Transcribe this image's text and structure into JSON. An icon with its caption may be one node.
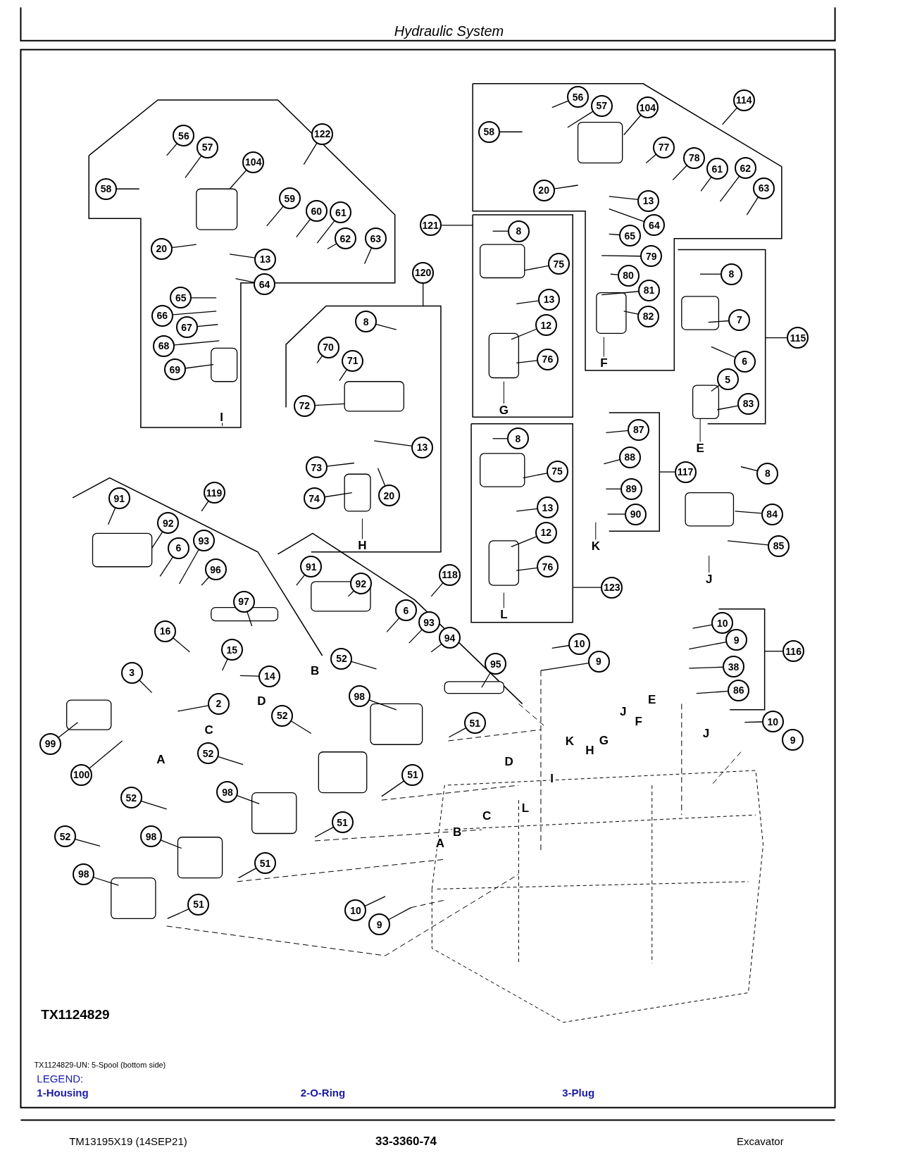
{
  "diagram": {
    "title": "Hydraulic System",
    "caption": "TX1124829-UN: 5-Spool (bottom side)",
    "nodes": [
      {
        "text": [
          "58"
        ]
      },
      {
        "text": [
          "56"
        ]
      },
      {
        "text": [
          "57"
        ]
      },
      {
        "text": [
          "104"
        ]
      },
      {
        "text": [
          "122"
        ]
      },
      {
        "text": [
          "59"
        ]
      },
      {
        "text": [
          "60"
        ]
      },
      {
        "text": [
          "61"
        ]
      },
      {
        "text": [
          "62"
        ]
      },
      {
        "text": [
          "63"
        ]
      },
      {
        "text": [
          "20"
        ]
      },
      {
        "text": [
          "13"
        ]
      },
      {
        "text": [
          "64"
        ]
      },
      {
        "text": [
          "65"
        ]
      },
      {
        "text": [
          "66"
        ]
      },
      {
        "text": [
          "67"
        ]
      },
      {
        "text": [
          "68"
        ]
      },
      {
        "text": [
          "69"
        ]
      },
      {
        "text": [
          "120"
        ]
      },
      {
        "text": [
          "8"
        ]
      },
      {
        "text": [
          "70"
        ]
      },
      {
        "text": [
          "71"
        ]
      },
      {
        "text": [
          "72"
        ]
      },
      {
        "text": [
          "13"
        ]
      },
      {
        "text": [
          "73"
        ]
      },
      {
        "text": [
          "20"
        ]
      },
      {
        "text": [
          "74"
        ]
      },
      {
        "text": [
          "121"
        ]
      },
      {
        "text": [
          "8"
        ]
      },
      {
        "text": [
          "75"
        ]
      },
      {
        "text": [
          "13"
        ]
      },
      {
        "text": [
          "12"
        ]
      },
      {
        "text": [
          "76"
        ]
      },
      {
        "text": [
          "56"
        ]
      },
      {
        "text": [
          "57"
        ]
      },
      {
        "text": [
          "58"
        ]
      },
      {
        "text": [
          "104"
        ]
      },
      {
        "text": [
          "114"
        ]
      },
      {
        "text": [
          "77"
        ]
      },
      {
        "text": [
          "78"
        ]
      },
      {
        "text": [
          "61"
        ]
      },
      {
        "text": [
          "62"
        ]
      },
      {
        "text": [
          "63"
        ]
      },
      {
        "text": [
          "20"
        ]
      },
      {
        "text": [
          "13"
        ]
      },
      {
        "text": [
          "64"
        ]
      },
      {
        "text": [
          "65"
        ]
      },
      {
        "text": [
          "79"
        ]
      },
      {
        "text": [
          "80"
        ]
      },
      {
        "text": [
          "81"
        ]
      },
      {
        "text": [
          "82"
        ]
      },
      {
        "text": [
          "8"
        ]
      },
      {
        "text": [
          "7"
        ]
      },
      {
        "text": [
          "6"
        ]
      },
      {
        "text": [
          "5"
        ]
      },
      {
        "text": [
          "83"
        ]
      },
      {
        "text": [
          "115"
        ]
      },
      {
        "text": [
          "8"
        ]
      },
      {
        "text": [
          "75"
        ]
      },
      {
        "text": [
          "13"
        ]
      },
      {
        "text": [
          "12"
        ]
      },
      {
        "text": [
          "76"
        ]
      },
      {
        "text": [
          "123"
        ]
      },
      {
        "text": [
          "87"
        ]
      },
      {
        "text": [
          "88"
        ]
      },
      {
        "text": [
          "89"
        ]
      },
      {
        "text": [
          "90"
        ]
      },
      {
        "text": [
          "117"
        ]
      },
      {
        "text": [
          "8"
        ]
      },
      {
        "text": [
          "84"
        ]
      },
      {
        "text": [
          "85"
        ]
      },
      {
        "text": [
          "91"
        ]
      },
      {
        "text": [
          "92"
        ]
      },
      {
        "text": [
          "119"
        ]
      },
      {
        "text": [
          "6"
        ]
      },
      {
        "text": [
          "93"
        ]
      },
      {
        "text": [
          "96"
        ]
      },
      {
        "text": [
          "97"
        ]
      },
      {
        "text": [
          "16"
        ]
      },
      {
        "text": [
          "15"
        ]
      },
      {
        "text": [
          "14"
        ]
      },
      {
        "text": [
          "91"
        ]
      },
      {
        "text": [
          "92"
        ]
      },
      {
        "text": [
          "118"
        ]
      },
      {
        "text": [
          "6"
        ]
      },
      {
        "text": [
          "93"
        ]
      },
      {
        "text": [
          "94"
        ]
      },
      {
        "text": [
          "95"
        ]
      },
      {
        "text": [
          "52"
        ]
      },
      {
        "text": [
          "98"
        ]
      },
      {
        "text": [
          "51"
        ]
      },
      {
        "text": [
          "10"
        ]
      },
      {
        "text": [
          "9"
        ]
      },
      {
        "text": [
          "3"
        ]
      },
      {
        "text": [
          "2"
        ]
      },
      {
        "text": [
          "99"
        ]
      },
      {
        "text": [
          "100"
        ]
      },
      {
        "text": [
          "52"
        ]
      },
      {
        "text": [
          "52"
        ]
      },
      {
        "text": [
          "98"
        ]
      },
      {
        "text": [
          "51"
        ]
      },
      {
        "text": [
          "52"
        ]
      },
      {
        "text": [
          "98"
        ]
      },
      {
        "text": [
          "51"
        ]
      },
      {
        "text": [
          "52"
        ]
      },
      {
        "text": [
          "98"
        ]
      },
      {
        "text": [
          "51"
        ]
      },
      {
        "text": [
          "51"
        ]
      },
      {
        "text": [
          "10"
        ]
      },
      {
        "text": [
          "9"
        ]
      },
      {
        "text": [
          "10"
        ]
      },
      {
        "text": [
          "9"
        ]
      },
      {
        "text": [
          "38"
        ]
      },
      {
        "text": [
          "86"
        ]
      },
      {
        "text": [
          "116"
        ]
      },
      {
        "text": [
          "10"
        ]
      },
      {
        "text": [
          "9"
        ]
      }
    ],
    "edges": [
      {
        "from": 0,
        "to": null,
        "arrow": "none"
      },
      {
        "from": 1,
        "to": null,
        "arrow": "none"
      },
      {
        "from": 2,
        "to": null,
        "arrow": "none"
      },
      {
        "from": 3,
        "to": null,
        "arrow": "none"
      },
      {
        "from": 4,
        "to": null,
        "arrow": "none"
      },
      {
        "from": 5,
        "to": null,
        "arrow": "none"
      },
      {
        "from": 6,
        "to": null,
        "arrow": "none"
      },
      {
        "from": 7,
        "to": null,
        "arrow": "none"
      },
      {
        "from": 8,
        "to": null,
        "arrow": "none"
      },
      {
        "from": 9,
        "to": null,
        "arrow": "none"
      },
      {
        "from": 10,
        "to": null,
        "arrow": "none"
      },
      {
        "from": 11,
        "to": null,
        "arrow": "none"
      },
      {
        "from": 12,
        "to": null,
        "arrow": "none"
      },
      {
        "from": 13,
        "to": null,
        "arrow": "none"
      },
      {
        "from": 14,
        "to": null,
        "arrow": "none"
      },
      {
        "from": 15,
        "to": null,
        "arrow": "none"
      },
      {
        "from": 16,
        "to": null,
        "arrow": "none"
      },
      {
        "from": 17,
        "to": null,
        "arrow": "none"
      },
      {
        "from": 18,
        "to": null,
        "arrow": "none"
      },
      {
        "from": 19,
        "to": null,
        "arrow": "none"
      },
      {
        "from": 20,
        "to": null,
        "arrow": "none"
      },
      {
        "from": 21,
        "to": null,
        "arrow": "none"
      },
      {
        "from": 22,
        "to": null,
        "arrow": "none"
      },
      {
        "from": 23,
        "to": null,
        "arrow": "none"
      },
      {
        "from": 24,
        "to": null,
        "arrow": "none"
      },
      {
        "from": 25,
        "to": null,
        "arrow": "none"
      },
      {
        "from": 26,
        "to": null,
        "arrow": "none"
      },
      {
        "from": 27,
        "to": null,
        "arrow": "none"
      },
      {
        "from": 28,
        "to": null,
        "arrow": "none"
      },
      {
        "from": 29,
        "to": null,
        "arrow": "none"
      },
      {
        "from": 30,
        "to": null,
        "arrow": "none"
      },
      {
        "from": 31,
        "to": null,
        "arrow": "none"
      },
      {
        "from": 32,
        "to": null,
        "arrow": "none"
      },
      {
        "from": 33,
        "to": null,
        "arrow": "none"
      },
      {
        "from": 34,
        "to": null,
        "arrow": "none"
      },
      {
        "from": 35,
        "to": null,
        "arrow": "none"
      },
      {
        "from": 36,
        "to": null,
        "arrow": "none"
      },
      {
        "from": 37,
        "to": null,
        "arrow": "none"
      },
      {
        "from": 38,
        "to": null,
        "arrow": "none"
      },
      {
        "from": 39,
        "to": null,
        "arrow": "none"
      },
      {
        "from": 40,
        "to": null,
        "arrow": "none"
      },
      {
        "from": 41,
        "to": null,
        "arrow": "none"
      },
      {
        "from": 42,
        "to": null,
        "arrow": "none"
      },
      {
        "from": 43,
        "to": null,
        "arrow": "none"
      },
      {
        "from": 44,
        "to": null,
        "arrow": "none"
      },
      {
        "from": 45,
        "to": null,
        "arrow": "none"
      },
      {
        "from": 46,
        "to": null,
        "arrow": "none"
      },
      {
        "from": 47,
        "to": null,
        "arrow": "none"
      },
      {
        "from": 48,
        "to": null,
        "arrow": "none"
      },
      {
        "from": 49,
        "to": null,
        "arrow": "none"
      },
      {
        "from": 50,
        "to": null,
        "arrow": "none"
      },
      {
        "from": 51,
        "to": null,
        "arrow": "none"
      },
      {
        "from": 52,
        "to": null,
        "arrow": "none"
      },
      {
        "from": 53,
        "to": null,
        "arrow": "none"
      },
      {
        "from": 54,
        "to": null,
        "arrow": "none"
      },
      {
        "from": 55,
        "to": null,
        "arrow": "none"
      },
      {
        "from": 56,
        "to": null,
        "arrow": "none"
      },
      {
        "from": 57,
        "to": null,
        "arrow": "none"
      },
      {
        "from": 58,
        "to": null,
        "arrow": "none"
      },
      {
        "from": 59,
        "to": null,
        "arrow": "none"
      },
      {
        "from": 60,
        "to": null,
        "arrow": "none"
      },
      {
        "from": 61,
        "to": null,
        "arrow": "none"
      },
      {
        "from": 62,
        "to": null,
        "arrow": "none"
      },
      {
        "from": 63,
        "to": null,
        "arrow": "none"
      },
      {
        "from": 64,
        "to": null,
        "arrow": "none"
      },
      {
        "from": 65,
        "to": null,
        "arrow": "none"
      },
      {
        "from": 66,
        "to": null,
        "arrow": "none"
      },
      {
        "from": 67,
        "to": null,
        "arrow": "none"
      },
      {
        "from": 68,
        "to": null,
        "arrow": "none"
      },
      {
        "from": 69,
        "to": null,
        "arrow": "none"
      },
      {
        "from": 70,
        "to": null,
        "arrow": "none"
      },
      {
        "from": 71,
        "to": null,
        "arrow": "none"
      },
      {
        "from": 72,
        "to": null,
        "arrow": "none"
      },
      {
        "from": 73,
        "to": null,
        "arrow": "none"
      },
      {
        "from": 74,
        "to": null,
        "arrow": "none"
      },
      {
        "from": 75,
        "to": null,
        "arrow": "none"
      },
      {
        "from": 76,
        "to": null,
        "arrow": "none"
      },
      {
        "from": 77,
        "to": null,
        "arrow": "none"
      },
      {
        "from": 78,
        "to": null,
        "arrow": "none"
      },
      {
        "from": 79,
        "to": null,
        "arrow": "none"
      },
      {
        "from": 80,
        "to": null,
        "arrow": "none"
      },
      {
        "from": 81,
        "to": null,
        "arrow": "none"
      },
      {
        "from": 82,
        "to": null,
        "arrow": "none"
      },
      {
        "from": 83,
        "to": null,
        "arrow": "none"
      },
      {
        "from": 84,
        "to": null,
        "arrow": "none"
      },
      {
        "from": 85,
        "to": null,
        "arrow": "none"
      },
      {
        "from": 86,
        "to": null,
        "arrow": "none"
      },
      {
        "from": 87,
        "to": null,
        "arrow": "none"
      },
      {
        "from": 88,
        "to": null,
        "arrow": "none"
      },
      {
        "from": 89,
        "to": null,
        "arrow": "none"
      },
      {
        "from": 90,
        "to": null,
        "arrow": "none"
      },
      {
        "from": 91,
        "to": null,
        "arrow": "none"
      },
      {
        "from": 92,
        "to": null,
        "arrow": "none"
      },
      {
        "from": 93,
        "to": null,
        "arrow": "none"
      },
      {
        "from": 94,
        "to": null,
        "arrow": "none"
      },
      {
        "from": 95,
        "to": null,
        "arrow": "none"
      },
      {
        "from": 96,
        "to": null,
        "arrow": "none"
      },
      {
        "from": 97,
        "to": null,
        "arrow": "none"
      },
      {
        "from": 98,
        "to": null,
        "arrow": "none"
      },
      {
        "from": 99,
        "to": null,
        "arrow": "none"
      },
      {
        "from": 100,
        "to": null,
        "arrow": "none"
      },
      {
        "from": 101,
        "to": null,
        "arrow": "none"
      },
      {
        "from": 102,
        "to": null,
        "arrow": "none"
      },
      {
        "from": 103,
        "to": null,
        "arrow": "none"
      },
      {
        "from": 104,
        "to": null,
        "arrow": "none"
      },
      {
        "from": 105,
        "to": null,
        "arrow": "none"
      },
      {
        "from": 106,
        "to": null,
        "arrow": "none"
      },
      {
        "from": 107,
        "to": null,
        "arrow": "none"
      },
      {
        "from": 108,
        "to": null,
        "arrow": "none"
      },
      {
        "from": 109,
        "to": null,
        "arrow": "none"
      },
      {
        "from": 110,
        "to": null,
        "arrow": "none"
      },
      {
        "from": 111,
        "to": null,
        "arrow": "none"
      },
      {
        "from": 112,
        "to": null,
        "arrow": "none"
      },
      {
        "from": 113,
        "to": null,
        "arrow": "none"
      },
      {
        "from": 114,
        "to": null,
        "arrow": "none"
      },
      {
        "from": 115,
        "to": null,
        "arrow": "none"
      }
    ],
    "labels": [
      "I",
      "H",
      "G",
      "F",
      "E",
      "K",
      "J",
      "L",
      "B",
      "D",
      "C",
      "A",
      "E",
      "J",
      "F",
      "K",
      "H",
      "G",
      "J",
      "D",
      "I",
      "C",
      "L",
      "B",
      "A",
      "TX1124829",
      "LEGEND:",
      "1-Housing",
      "2-O-Ring",
      "3-Plug",
      "TM13195X19 (14SEP21)",
      "33-3360-74",
      "Excavator"
    ]
  }
}
